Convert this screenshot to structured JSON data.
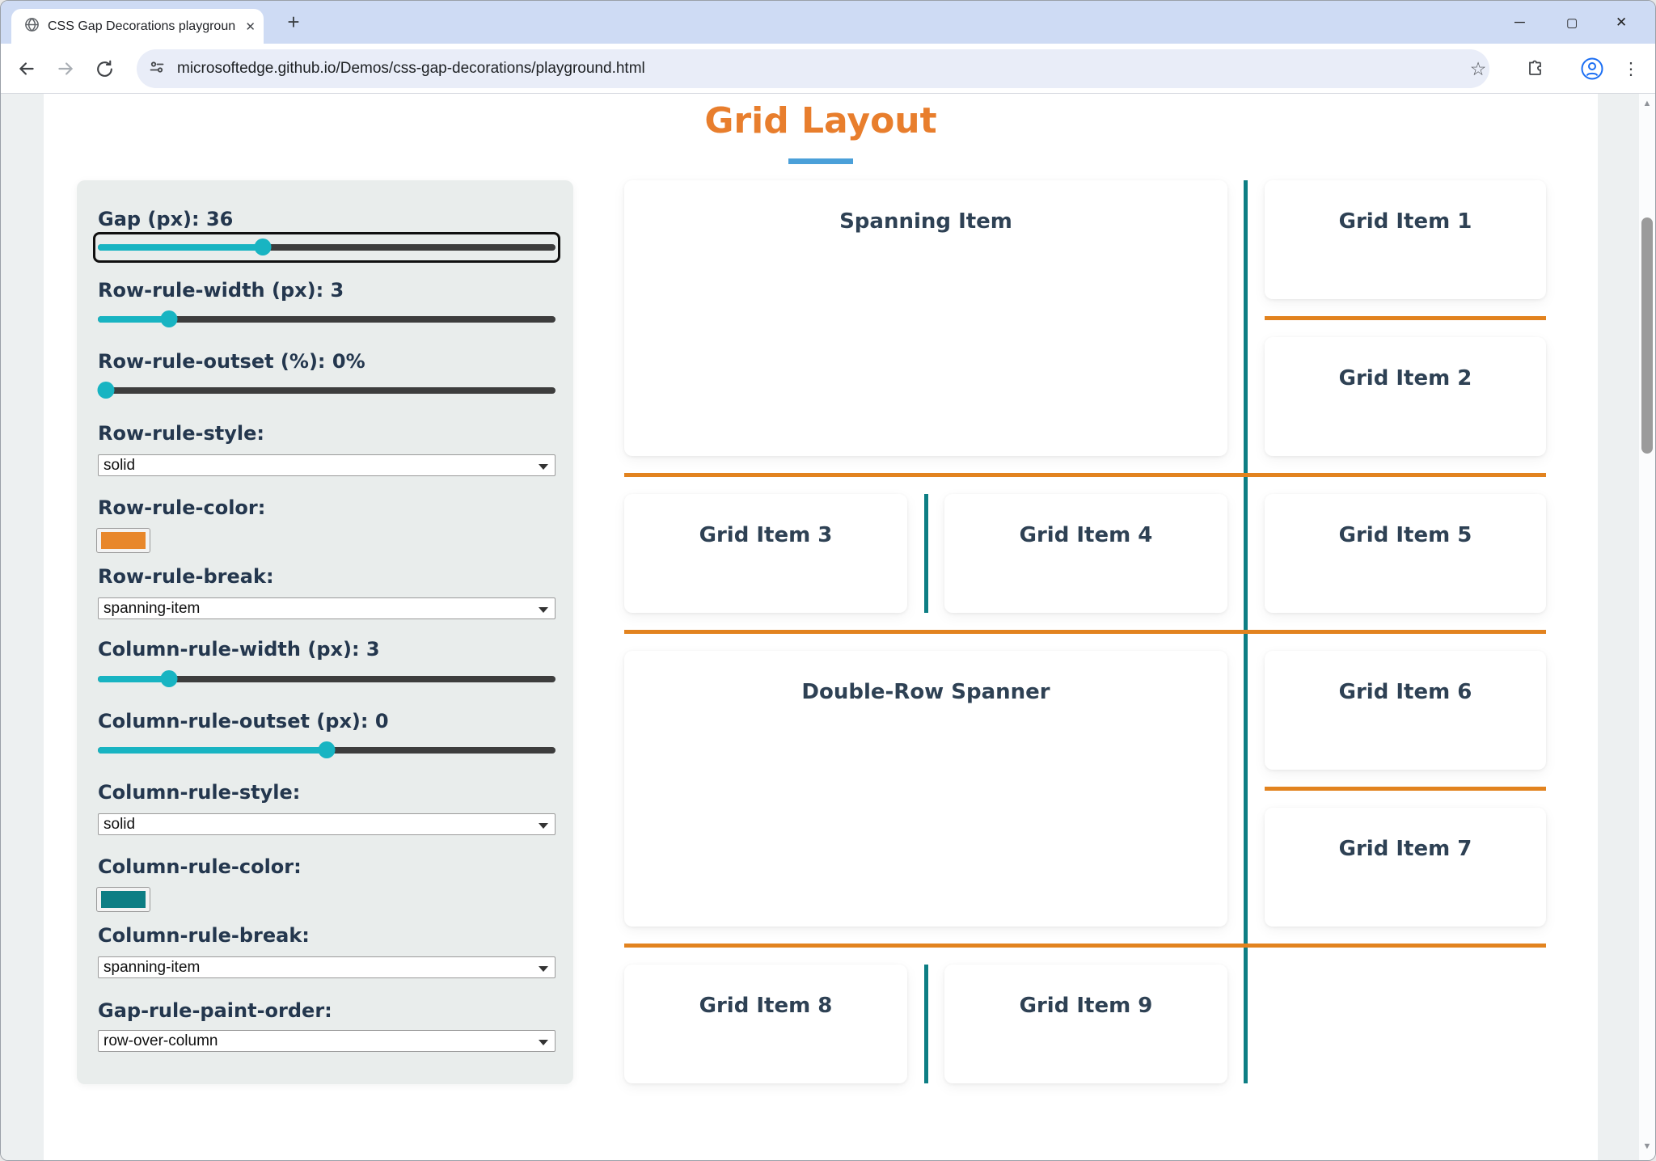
{
  "browser": {
    "tab_title": "CSS Gap Decorations playgroun",
    "url": "microsoftedge.github.io/Demos/css-gap-decorations/playground.html",
    "glyphs": {
      "close_tab": "✕",
      "new_tab": "+",
      "minimize": "─",
      "maximize": "▢",
      "close_window": "✕",
      "star": "☆",
      "menu": "⋮"
    }
  },
  "page": {
    "title": "Grid Layout",
    "underline_color": "#4ba0d9"
  },
  "panel": {
    "controls": [
      {
        "type": "slider",
        "label": "Gap (px): 36",
        "value": 36,
        "pct": "36%",
        "focused": true
      },
      {
        "type": "slider",
        "label": "Row-rule-width (px): 3",
        "value": 3,
        "pct": "15.5%"
      },
      {
        "type": "slider",
        "label": "Row-rule-outset (%): 0%",
        "value": 0,
        "pct": "1.8%"
      },
      {
        "type": "select",
        "label": "Row-rule-style:",
        "value": "solid"
      },
      {
        "type": "color",
        "label": "Row-rule-color:",
        "value": "#e8872b"
      },
      {
        "type": "select",
        "label": "Row-rule-break:",
        "value": "spanning-item"
      },
      {
        "type": "slider",
        "label": "Column-rule-width (px): 3",
        "value": 3,
        "pct": "15.5%"
      },
      {
        "type": "slider",
        "label": "Column-rule-outset (px): 0",
        "value": 0,
        "pct": "50%"
      },
      {
        "type": "select",
        "label": "Column-rule-style:",
        "value": "solid"
      },
      {
        "type": "color",
        "label": "Column-rule-color:",
        "value": "#0d7e84"
      },
      {
        "type": "select",
        "label": "Column-rule-break:",
        "value": "spanning-item"
      },
      {
        "type": "select",
        "label": "Gap-rule-paint-order:",
        "value": "row-over-column"
      }
    ],
    "slider_accent": "#18b4c2"
  },
  "grid": {
    "items": [
      {
        "label": "Spanning Item"
      },
      {
        "label": "Grid Item 1"
      },
      {
        "label": "Grid Item 2"
      },
      {
        "label": "Grid Item 3"
      },
      {
        "label": "Grid Item 4"
      },
      {
        "label": "Grid Item 5"
      },
      {
        "label": "Double-Row Spanner"
      },
      {
        "label": "Grid Item 6"
      },
      {
        "label": "Grid Item 7"
      },
      {
        "label": "Grid Item 8"
      },
      {
        "label": "Grid Item 9"
      }
    ],
    "row_rule_color": "#e2831f",
    "column_rule_color": "#0d7e84"
  }
}
